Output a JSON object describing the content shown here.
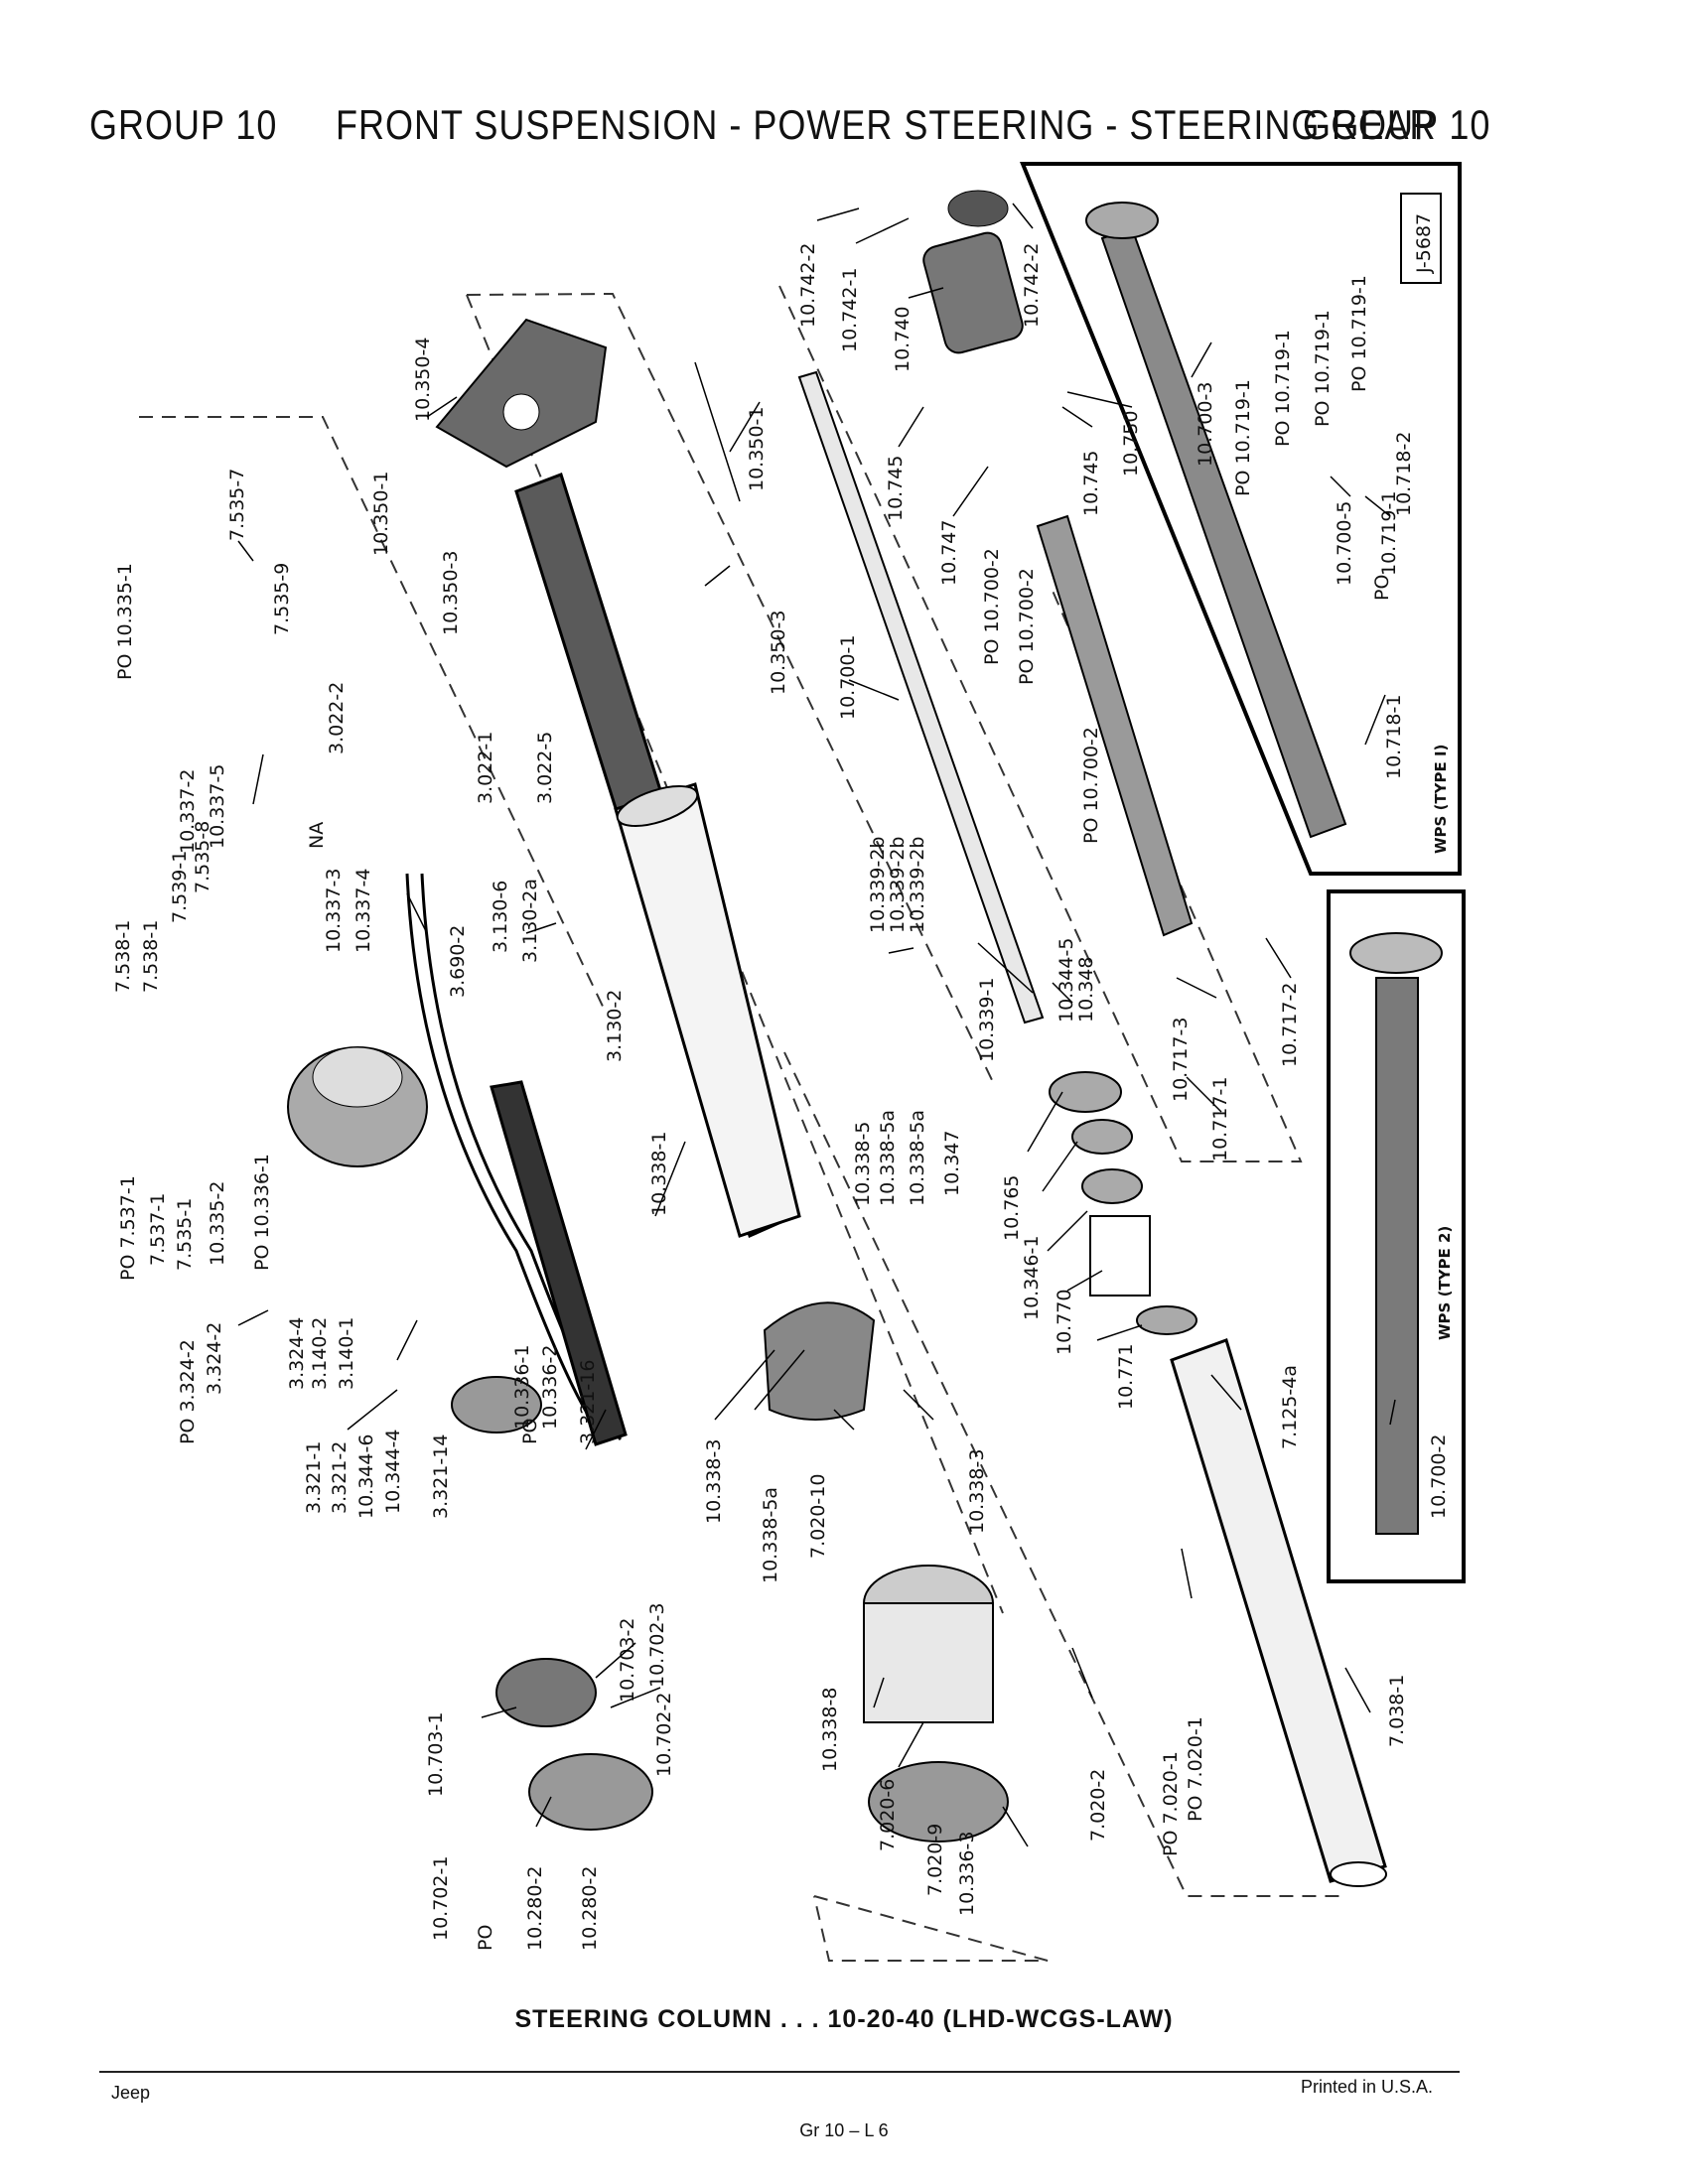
{
  "header": {
    "group_left": "GROUP 10",
    "title": "FRONT SUSPENSION - POWER STEERING - STEERING GEAR",
    "group_right": "GROUP 10"
  },
  "diagram": {
    "caption": "STEERING COLUMN . . . 10-20-40 (LHD-WCGS-LAW)",
    "ref_code": "J-5687",
    "inset_type1_title": "WPS (TYPE I)",
    "inset_type2_title": "WPS (TYPE 2)",
    "part_labels": [
      "10.742-2",
      "10.742-1",
      "10.740",
      "10.742-2",
      "10.745",
      "10.745",
      "10.750",
      "10.747",
      "10.350-4",
      "10.350-1",
      "10.350-1",
      "10.350-3",
      "10.350-3",
      "10.700-1",
      "PO 10.700-2",
      "PO 10.700-2",
      "PO 10.700-2",
      "10.700-3",
      "PO 10.719-1",
      "PO 10.719-1",
      "PO 10.719-1",
      "PO 10.719-1",
      "10.700-5",
      "10.719-1",
      "10.718-2",
      "PO",
      "10.718-1",
      "PO 10.335-1",
      "7.535-7",
      "7.535-9",
      "10.337-2",
      "10.337-5",
      "NA",
      "3.022-2",
      "3.022-1",
      "3.022-5",
      "7.538-1",
      "7.538-1",
      "7.539-1",
      "7.535-8",
      "10.337-3",
      "10.337-4",
      "3.690-2",
      "3.130-6",
      "3.130-2a",
      "3.130-2",
      "10.339-2b",
      "10.339-2b",
      "10.339-2b",
      "10.339-1",
      "10.344-5",
      "10.348",
      "10.717-2",
      "10.717-3",
      "10.717-1",
      "PO 7.537-1",
      "7.537-1",
      "7.535-1",
      "10.335-2",
      "PO 10.336-1",
      "10.338-1",
      "10.338-5",
      "10.338-5a",
      "10.338-5a",
      "10.347",
      "10.765",
      "10.346-1",
      "10.770",
      "10.771",
      "7.125-4a",
      "PO 3.324-2",
      "3.324-2",
      "3.324-4",
      "3.140-2",
      "3.140-1",
      "10.336-1",
      "10.336-2",
      "PO",
      "3.321-1",
      "3.321-2",
      "10.344-6",
      "10.344-4",
      "3.321-14",
      "3.321-16",
      "10.338-3",
      "10.338-5a",
      "7.020-10",
      "10.338-3",
      "10.703-1",
      "10.703-2",
      "10.702-3",
      "10.702-1",
      "10.702-2",
      "PO",
      "10.280-2",
      "10.280-2",
      "10.338-8",
      "7.020-6",
      "7.020-9",
      "10.336-3",
      "7.020-2",
      "PO 7.020-1",
      "PO 7.020-1",
      "7.038-1",
      "10.700-2"
    ]
  },
  "footer": {
    "brand": "Jeep",
    "printed": "Printed in U.S.A.",
    "page": "Gr 10 – L 6"
  }
}
